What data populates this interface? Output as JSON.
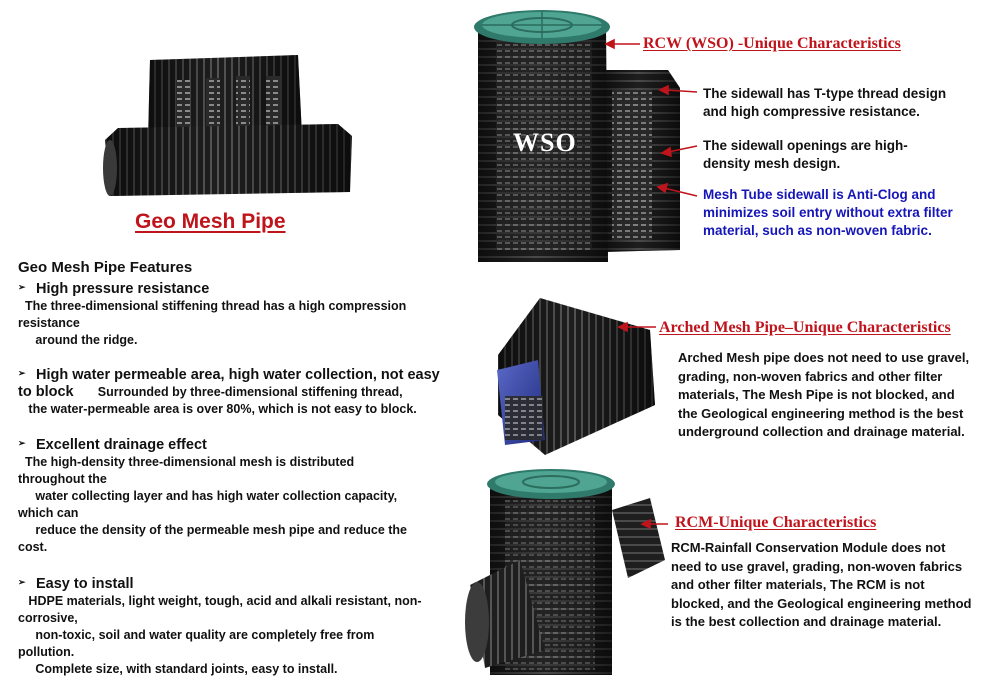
{
  "left": {
    "title": "Geo Mesh Pipe",
    "features_heading": "Geo Mesh Pipe Features",
    "features": [
      {
        "heading": "High pressure resistance",
        "body": "  The three-dimensional stiffening thread has a high compression\nresistance\n     around the ridge."
      },
      {
        "heading": "High water permeable area, high water collection, not easy\nto block",
        "heading_tail": "Surrounded by three-dimensional stiffening thread,",
        "body": "   the water-permeable area is over 80%, which is not easy to block."
      },
      {
        "heading": "Excellent drainage effect",
        "body": "  The high-density three-dimensional mesh is distributed\nthroughout the\n     water collecting layer and has high water collection capacity,\nwhich can\n     reduce the density of the permeable mesh pipe and reduce the\ncost."
      },
      {
        "heading": "Easy to install",
        "body": "   HDPE materials, light weight, tough, acid and alkali resistant, non-\ncorrosive,\n     non-toxic, soil and water quality are completely free from\npollution.\n     Complete size, with standard joints, easy to install."
      }
    ]
  },
  "wso": {
    "label": "WSO",
    "title": "RCW (WSO) -Unique Characteristics",
    "notes": [
      "The sidewall has T-type thread design\nand high compressive resistance.",
      "The sidewall openings are high-\ndensity mesh design.",
      "Mesh Tube sidewall is Anti-Clog and\nminimizes soil entry without extra filter\nmaterial, such as non-woven fabric."
    ]
  },
  "arched": {
    "title": "Arched Mesh Pipe–Unique Characteristics",
    "body": "Arched Mesh pipe does not need to use gravel,\ngrading, non-woven fabrics and other filter\nmaterials, The Mesh Pipe is not blocked, and\nthe Geological engineering method is the best\nunderground collection and drainage material."
  },
  "rcm": {
    "title": "RCM-Unique Characteristics",
    "body": "RCM-Rainfall Conservation Module does not\nneed to use gravel, grading, non-woven fabrics\nand other filter materials, The RCM is not\nblocked, and the Geological engineering method\nis the best collection and drainage material."
  },
  "colors": {
    "accent_red": "#c0141c",
    "note_blue": "#1515b8",
    "pipe_dark": "#2b2b2b",
    "lid_green": "#3d8a7a"
  }
}
